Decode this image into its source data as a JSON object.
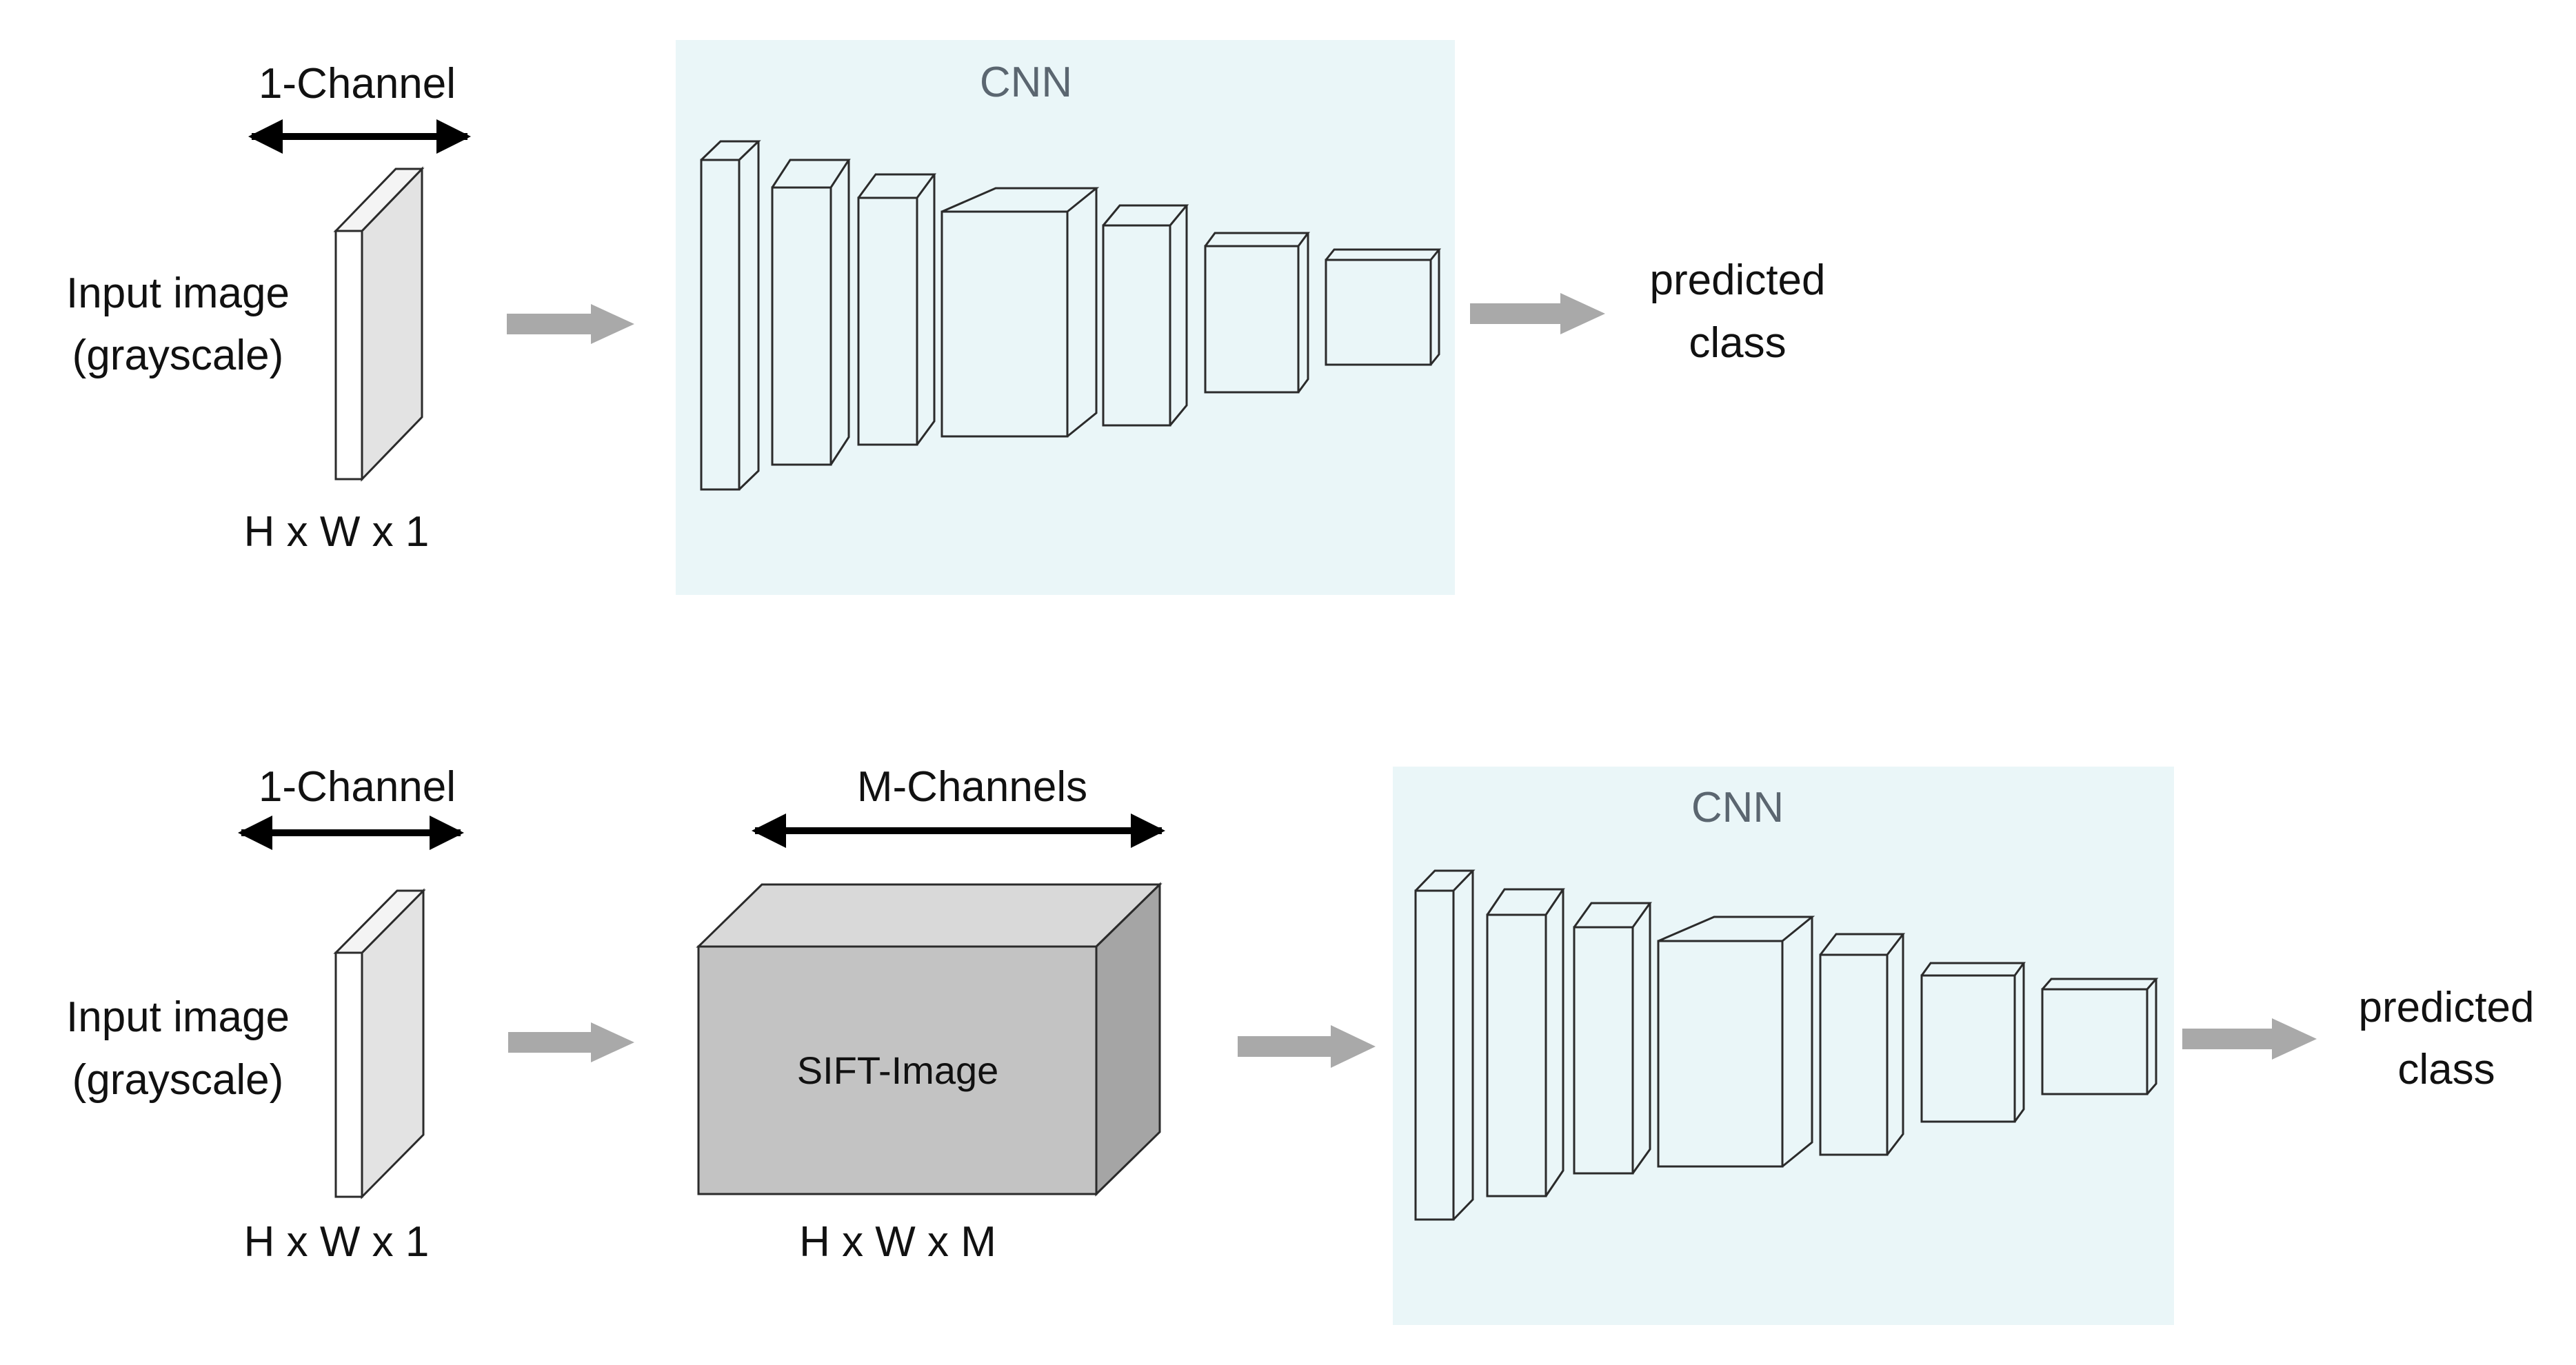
{
  "colors": {
    "cnn_panel": "#eaf6f8",
    "cnn_title": "#5b6670",
    "arrow_gray": "#a9a9a9",
    "slab_face": "#e3e3e3",
    "sift_front": "#c3c3c3",
    "sift_top": "#d9d9d9",
    "sift_side": "#a5a5a5",
    "line": "#2b2b2b"
  },
  "top": {
    "channel_label": "1-Channel",
    "input_label_line1": "Input image",
    "input_label_line2": "(grayscale)",
    "dims_label": "H x W x 1",
    "cnn_title": "CNN",
    "output_line1": "predicted",
    "output_line2": "class"
  },
  "bottom": {
    "channel_label": "1-Channel",
    "input_label_line1": "Input image",
    "input_label_line2": "(grayscale)",
    "dims_label": "H x W x 1",
    "m_channels_label": "M-Channels",
    "sift_label": "SIFT-Image",
    "sift_dims_label": "H x W x M",
    "cnn_title": "CNN",
    "output_line1": "predicted",
    "output_line2": "class"
  },
  "icons": {
    "flow_arrow": "thick-right-arrow",
    "dimension_arrow": "double-headed-arrow"
  }
}
